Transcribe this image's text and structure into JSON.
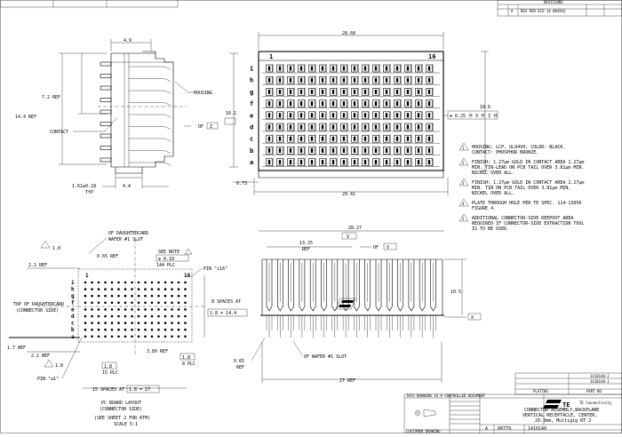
{
  "revisions": {
    "title": "REVISIONS",
    "rows": [
      {
        "cells": [
          "A",
          "REV PER ECO 14-004943"
        ]
      }
    ]
  },
  "view_top": {
    "dim_overall_width": "28.68",
    "dim_bottom_width": "29.41",
    "dim_height": "18.6",
    "dim_offset": "0.73",
    "col_first": "1",
    "col_last": "16",
    "rows": [
      "i",
      "h",
      "g",
      "f",
      "e",
      "d",
      "c",
      "b",
      "a"
    ],
    "tol_box": "⊕ 0.25 Ⓜ X Ⓜ Z Ⓜ"
  },
  "view_side": {
    "dim_top": "4.9",
    "dim_72": "7.2 REF",
    "dim_144": "14.4 REF",
    "dim_161": "16.1",
    "dim_bottom_a": "1.62±0.18",
    "dim_bottom_a_sub": "TYP",
    "dim_bottom_b": "4.4",
    "label_housing": "HOUSING",
    "label_contact": "CONTACT",
    "label_of_z": "OF",
    "datum_z": "Z"
  },
  "notes": [
    {
      "num": "1",
      "text": "HOUSING: LCP, UL94V0, COLOR: BLACK. CONTACT: PHOSPHOR BRONZE."
    },
    {
      "num": "2",
      "text": "FINISH: 1.27µm GOLD IN CONTACT AREA 1.27µm MIN. TIN-LEAD ON PCB TAIL OVER 3.81µm MIN. NICKEL OVER ALL."
    },
    {
      "num": "3",
      "text": "FINISH: 1.27µm GOLD IN CONTACT AREA 1.27µm MIN. TIN ON PCB TAIL OVER 3.81µm MIN. NICKEL OVER ALL."
    },
    {
      "num": "4",
      "text": "PLATE THROUGH HOLE PER TE SPEC. 114-13056 FIGURE 4."
    },
    {
      "num": "5",
      "text": "ADDITIONAL CONNECTOR-SIDE KEEPOUT AREA REQUIRED IF CONNECTOR-SIDE EXTRACTION TOOL IS TO BE USED."
    }
  ],
  "pcb_layout": {
    "note_18a": "1.8",
    "label_daughtercard": "OF DAUGHTERCARD",
    "label_wafer": "WAFER #1 SLOT",
    "dim_065": "0.65 REF",
    "see_note": "SEE NOTE",
    "hole_spec": "⊕ 0.10",
    "hole_sub": "144 PLC",
    "dim_21a": "2.1 REF",
    "pin_label": "PIN \"i16\"",
    "top_label": "TOP OF DAUGHTERCARD",
    "top_label2": "(CONNECTOR SIDE)",
    "spaces8": "8 SPACES AT",
    "spaces8_val": "1.8 = 14.4",
    "dim_17": "1.7 REF",
    "dim_21b": "2.1 REF",
    "note_18b": "1.8",
    "dim_18c": "1.8",
    "dim_18c_sub": "15 PLC",
    "dim_389": "3.89 REF",
    "dim_18d": "1.8",
    "dim_18d_sub": "8 PLC",
    "pin_a1": "PIN \"a1\"",
    "spaces15": "15 SPACES AT",
    "spaces15_val": "1.8 = 27",
    "rows": [
      "i",
      "h",
      "g",
      "f",
      "e",
      "d",
      "c",
      "b",
      "a"
    ],
    "col_first": "1",
    "col_last": "16",
    "caption": "PC BOARD LAYOUT",
    "caption2": "(CONNECTOR SIDE)",
    "caption3": "(SEE SHEET 2 FOR RTM)",
    "caption4": "SCALE  5:1"
  },
  "view_front": {
    "dim_2827": "28.27",
    "datum_v": "V",
    "dim_1325": "13.25",
    "dim_1325_sub": "REF",
    "label_of_v": "OF",
    "dim_105": "10.5",
    "datum_x": "X",
    "dim_065": "0.65",
    "dim_065_sub": "REF",
    "label_wafer": "OF WAFER #1 SLOT",
    "dim_27": "27 REF"
  },
  "title_block": {
    "parts": [
      "1410140-2",
      "1410140-1"
    ],
    "plating": "PLATING",
    "part_no": "PART NO",
    "company": "TE Connectivity",
    "brand": "TE",
    "title1": "CONNECTOR ASSEMBLY,BACKPLANE",
    "title2": "VERTICAL RECEPTACLE, CENTER,",
    "title3": "20.3mm, Multigig RT 2",
    "size": "A",
    "cage": "00779",
    "drawing_no": "1410140",
    "restriction": "THIS DRAWING IS A CONTROLLED DOCUMENT",
    "customer": "CUSTOMER DRAWING"
  }
}
